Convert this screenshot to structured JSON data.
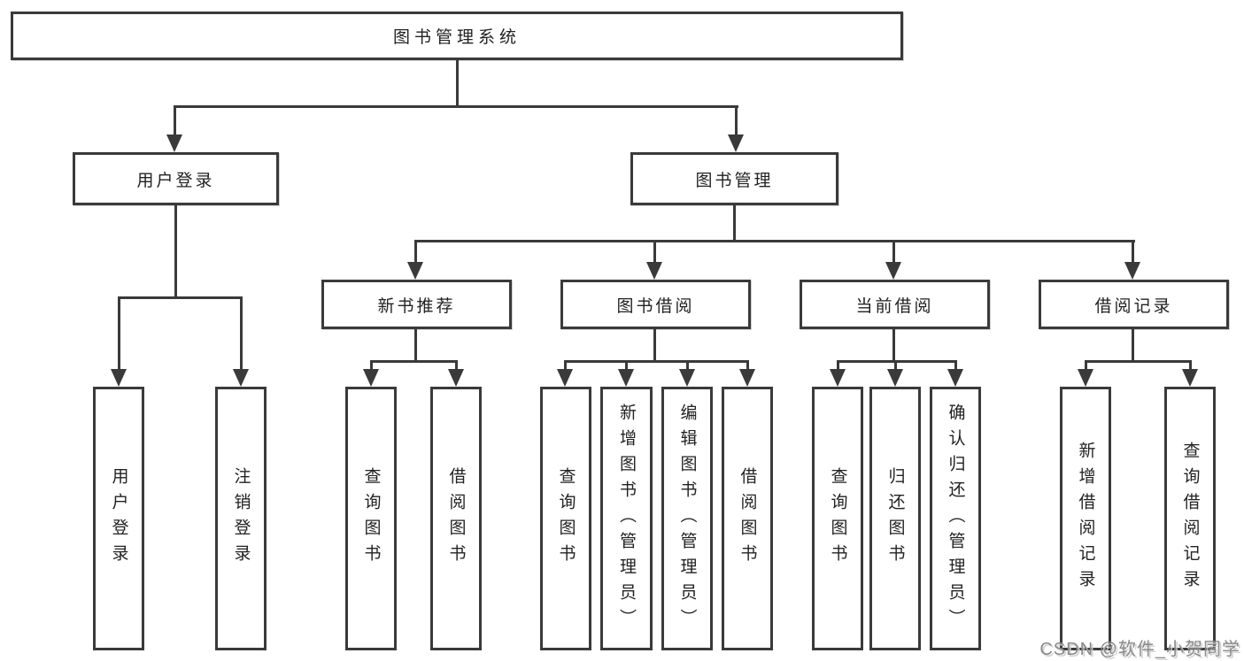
{
  "diagram": {
    "type": "hierarchy-tree",
    "root": {
      "label": "图书管理系统"
    },
    "level2": [
      {
        "label": "用户登录",
        "children": [
          {
            "label": "用户登录"
          },
          {
            "label": "注销登录"
          }
        ]
      },
      {
        "label": "图书管理",
        "children": [
          {
            "label": "新书推荐",
            "children": [
              {
                "label": "查询图书"
              },
              {
                "label": "借阅图书"
              }
            ]
          },
          {
            "label": "图书借阅",
            "children": [
              {
                "label": "查询图书"
              },
              {
                "label": "新增图书（管理员）"
              },
              {
                "label": "编辑图书（管理员）"
              },
              {
                "label": "借阅图书"
              }
            ]
          },
          {
            "label": "当前借阅",
            "children": [
              {
                "label": "查询图书"
              },
              {
                "label": "归还图书"
              },
              {
                "label": "确认归还（管理员）"
              }
            ]
          },
          {
            "label": "借阅记录",
            "children": [
              {
                "label": "新增借阅记录"
              },
              {
                "label": "查询借阅记录"
              }
            ]
          }
        ]
      }
    ]
  },
  "colors": {
    "line": "#3a3a3a",
    "text": "#222222",
    "background": "#ffffff",
    "watermark": "#8a8a8a"
  },
  "watermark": {
    "text": "CSDN @软件_小贺同学"
  }
}
